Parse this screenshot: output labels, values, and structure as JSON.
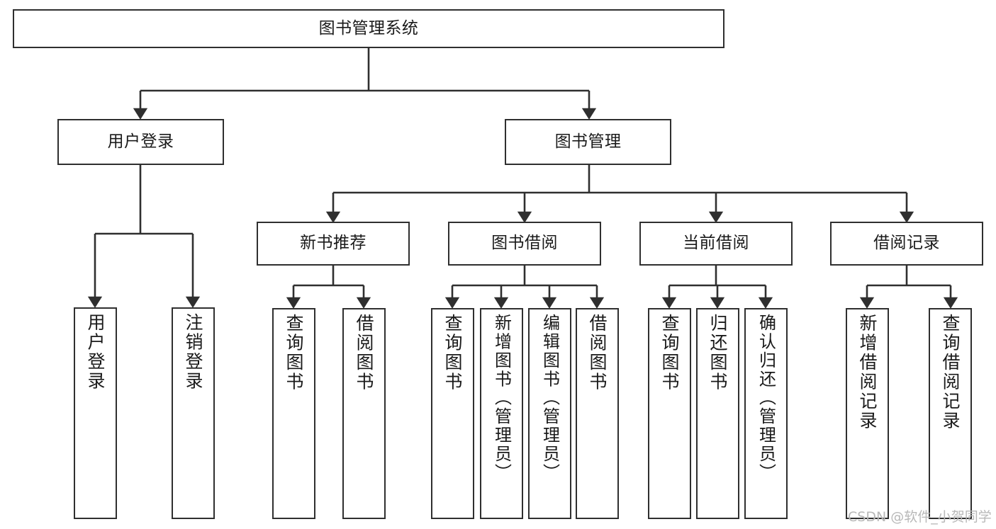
{
  "diagram": {
    "title": "图书管理系统",
    "type": "tree-hierarchy-diagram",
    "colors": {
      "box_border": "#2f2f2f",
      "box_fill": "#ffffff",
      "connector": "#2f2f2f",
      "text": "#1a1a1a",
      "watermark": "#b8b8b8",
      "background": "#ffffff"
    },
    "root": {
      "label": "图书管理系统"
    },
    "level2": [
      {
        "label": "用户登录"
      },
      {
        "label": "图书管理"
      }
    ],
    "level3": [
      {
        "label": "新书推荐"
      },
      {
        "label": "图书借阅"
      },
      {
        "label": "当前借阅"
      },
      {
        "label": "借阅记录"
      }
    ],
    "leaves": {
      "user_login": [
        {
          "label": "用户登录"
        },
        {
          "label": "注销登录"
        }
      ],
      "new_book_recommend": [
        {
          "label": "查询图书"
        },
        {
          "label": "借阅图书"
        }
      ],
      "book_borrow": [
        {
          "label": "查询图书"
        },
        {
          "label": "新增图书（管理员）"
        },
        {
          "label": "编辑图书（管理员）"
        },
        {
          "label": "借阅图书"
        }
      ],
      "current_borrow": [
        {
          "label": "查询图书"
        },
        {
          "label": "归还图书"
        },
        {
          "label": "确认归还（管理员）"
        }
      ],
      "borrow_records": [
        {
          "label": "新增借阅记录"
        },
        {
          "label": "查询借阅记录"
        }
      ]
    },
    "watermark": "CSDN @软件_小贺同学"
  }
}
